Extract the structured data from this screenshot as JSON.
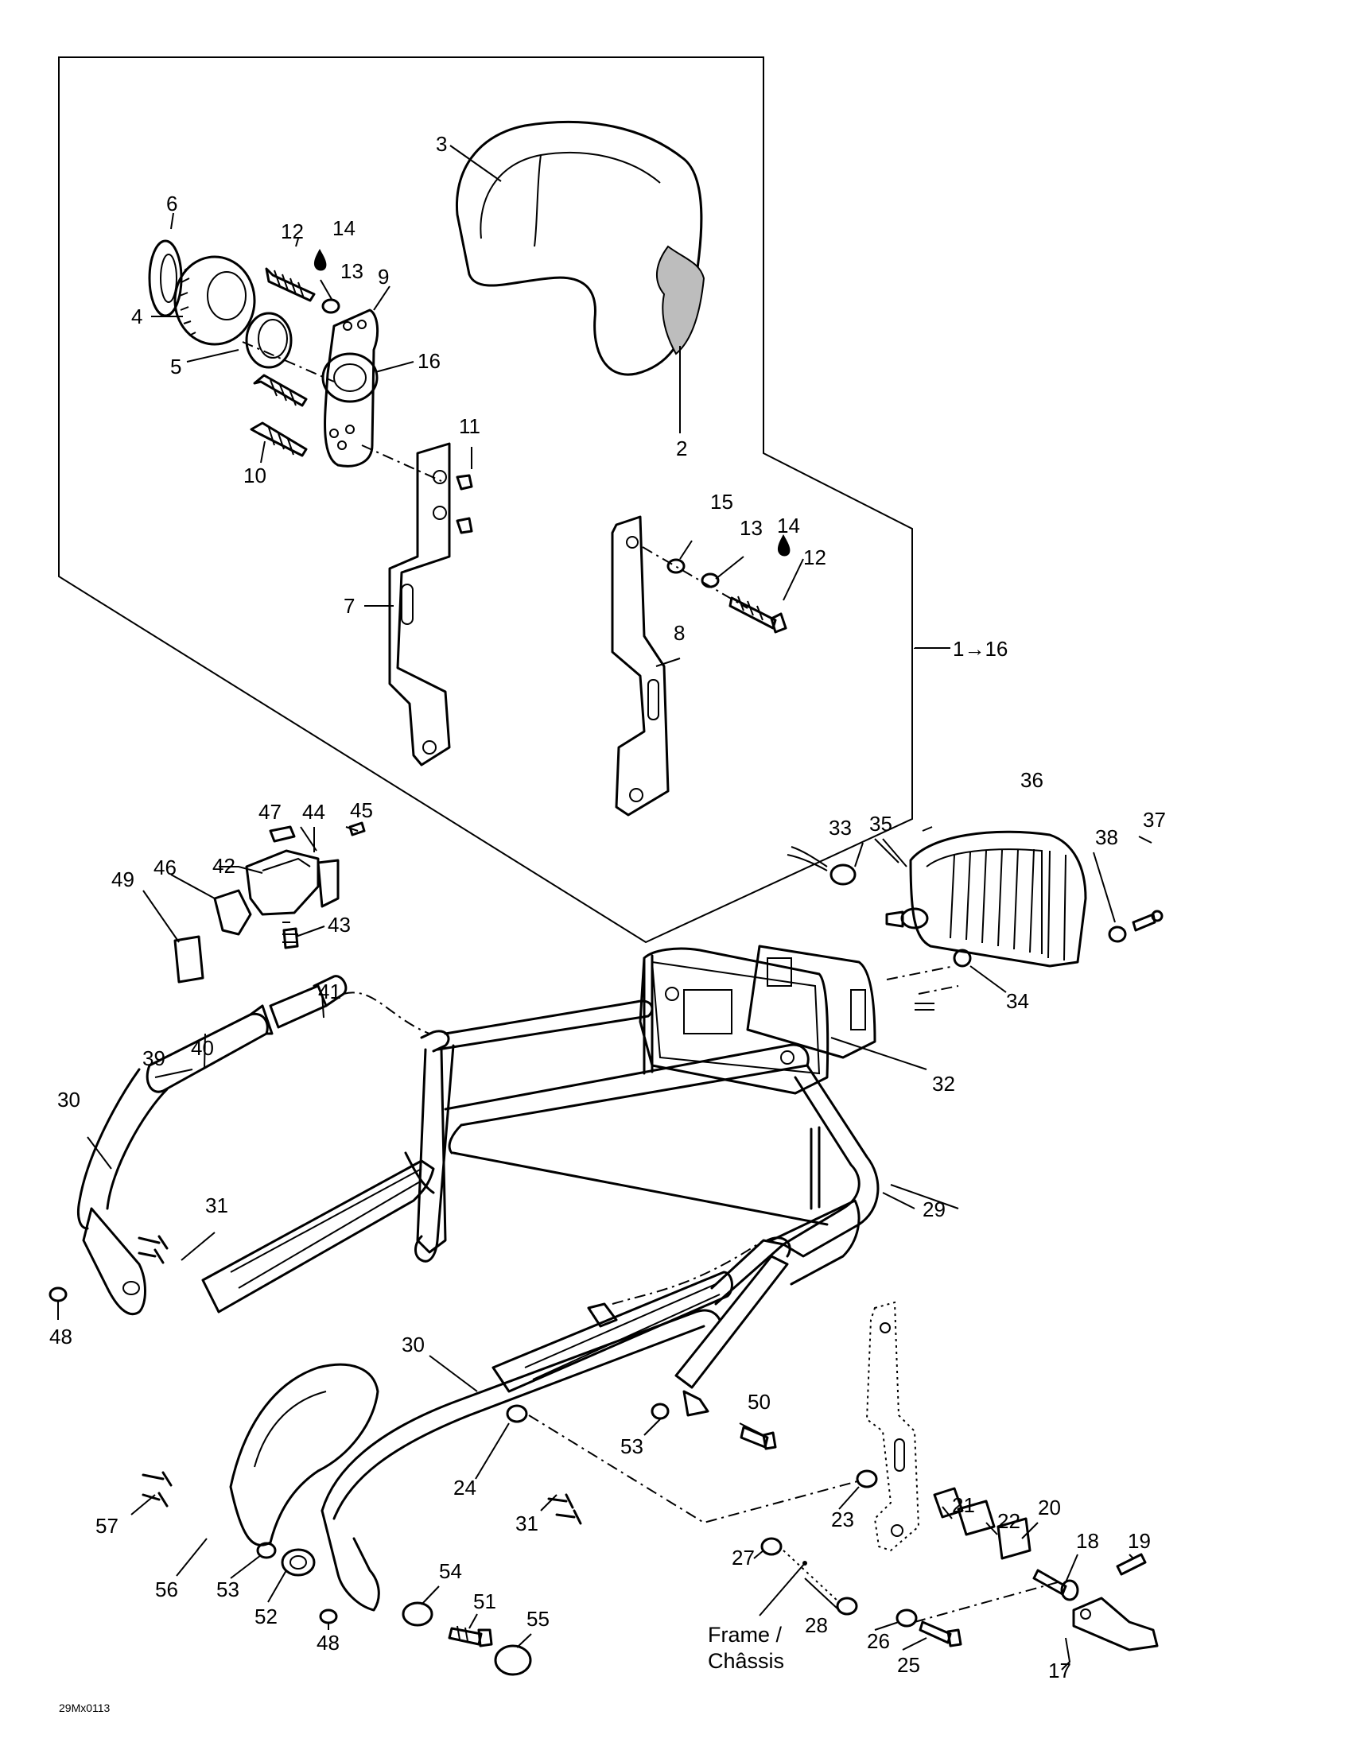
{
  "diagram": {
    "callouts": [
      "2",
      "3",
      "4",
      "5",
      "6",
      "7",
      "8",
      "9",
      "10",
      "11",
      "12",
      "13",
      "14",
      "15",
      "16",
      "17",
      "18",
      "19",
      "20",
      "21",
      "22",
      "23",
      "24",
      "25",
      "26",
      "27",
      "28",
      "29",
      "30",
      "31",
      "32",
      "33",
      "34",
      "35",
      "36",
      "37",
      "38",
      "39",
      "40",
      "41",
      "42",
      "43",
      "44",
      "45",
      "46",
      "47",
      "48",
      "49",
      "50",
      "51",
      "52",
      "53",
      "54",
      "55",
      "56",
      "57"
    ],
    "kit_label": "1→16",
    "frame_label_line1": "Frame /",
    "frame_label_line2": "Châssis",
    "image_code": "29Mx0113"
  }
}
